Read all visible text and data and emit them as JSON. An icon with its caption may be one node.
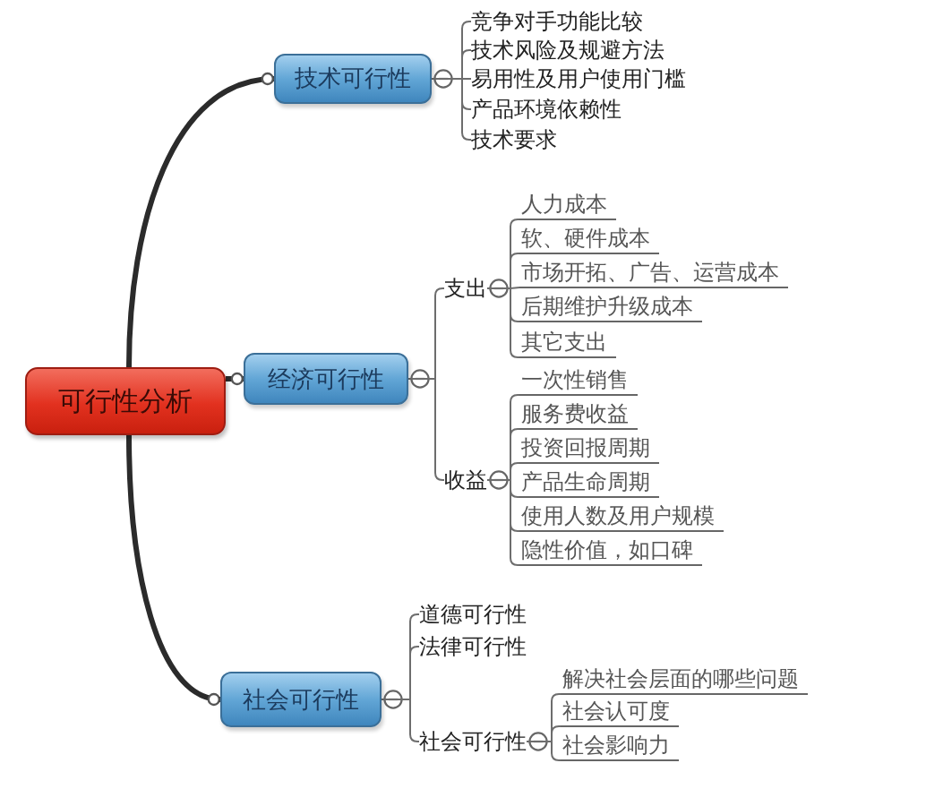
{
  "diagram": {
    "nodes": [
      {
        "text": [
          "可行性分析"
        ]
      },
      {
        "text": [
          "技术可行性"
        ]
      },
      {
        "text": [
          "竞争对手功能比较"
        ]
      },
      {
        "text": [
          "技术风险及规避方法"
        ]
      },
      {
        "text": [
          "易用性及用户使用门槛"
        ]
      },
      {
        "text": [
          "产品环境依赖性"
        ]
      },
      {
        "text": [
          "技术要求"
        ]
      },
      {
        "text": [
          "经济可行性"
        ]
      },
      {
        "text": [
          "支出"
        ]
      },
      {
        "text": [
          "人力成本"
        ]
      },
      {
        "text": [
          "软、硬件成本"
        ]
      },
      {
        "text": [
          "市场开拓、广告、运营成本"
        ]
      },
      {
        "text": [
          "后期维护升级成本"
        ]
      },
      {
        "text": [
          "其它支出"
        ]
      },
      {
        "text": [
          "收益"
        ]
      },
      {
        "text": [
          "一次性销售"
        ]
      },
      {
        "text": [
          "服务费收益"
        ]
      },
      {
        "text": [
          "投资回报周期"
        ]
      },
      {
        "text": [
          "产品生命周期"
        ]
      },
      {
        "text": [
          "使用人数及用户规模"
        ]
      },
      {
        "text": [
          "隐性价值，如口碑"
        ]
      },
      {
        "text": [
          "社会可行性"
        ]
      },
      {
        "text": [
          "道德可行性"
        ]
      },
      {
        "text": [
          "法律可行性"
        ]
      },
      {
        "text": [
          "社会可行性"
        ]
      },
      {
        "text": [
          "解决社会层面的哪些问题"
        ]
      },
      {
        "text": [
          "社会认可度"
        ]
      },
      {
        "text": [
          "社会影响力"
        ]
      }
    ],
    "edges": [
      {
        "from": 0,
        "to": 1,
        "arrow": "other",
        "style": "thick"
      },
      {
        "from": 1,
        "to": 2,
        "arrow": "none"
      },
      {
        "from": 1,
        "to": 3,
        "arrow": "none"
      },
      {
        "from": 1,
        "to": 4,
        "arrow": "none"
      },
      {
        "from": 1,
        "to": 5,
        "arrow": "none"
      },
      {
        "from": 1,
        "to": 6,
        "arrow": "none"
      },
      {
        "from": 0,
        "to": 7,
        "arrow": "other",
        "style": "thick"
      },
      {
        "from": 7,
        "to": 8,
        "arrow": "none"
      },
      {
        "from": 8,
        "to": 9,
        "arrow": "none"
      },
      {
        "from": 8,
        "to": 10,
        "arrow": "none"
      },
      {
        "from": 8,
        "to": 11,
        "arrow": "none"
      },
      {
        "from": 8,
        "to": 12,
        "arrow": "none"
      },
      {
        "from": 8,
        "to": 13,
        "arrow": "none"
      },
      {
        "from": 7,
        "to": 14,
        "arrow": "none"
      },
      {
        "from": 14,
        "to": 15,
        "arrow": "none"
      },
      {
        "from": 14,
        "to": 16,
        "arrow": "none"
      },
      {
        "from": 14,
        "to": 17,
        "arrow": "none"
      },
      {
        "from": 14,
        "to": 18,
        "arrow": "none"
      },
      {
        "from": 14,
        "to": 19,
        "arrow": "none"
      },
      {
        "from": 14,
        "to": 20,
        "arrow": "none"
      },
      {
        "from": 0,
        "to": 21,
        "arrow": "other",
        "style": "thick"
      },
      {
        "from": 21,
        "to": 22,
        "arrow": "none"
      },
      {
        "from": 21,
        "to": 23,
        "arrow": "none"
      },
      {
        "from": 21,
        "to": 24,
        "arrow": "none"
      },
      {
        "from": 24,
        "to": 25,
        "arrow": "none"
      },
      {
        "from": 24,
        "to": 26,
        "arrow": "none"
      },
      {
        "from": 24,
        "to": 27,
        "arrow": "none"
      }
    ]
  }
}
